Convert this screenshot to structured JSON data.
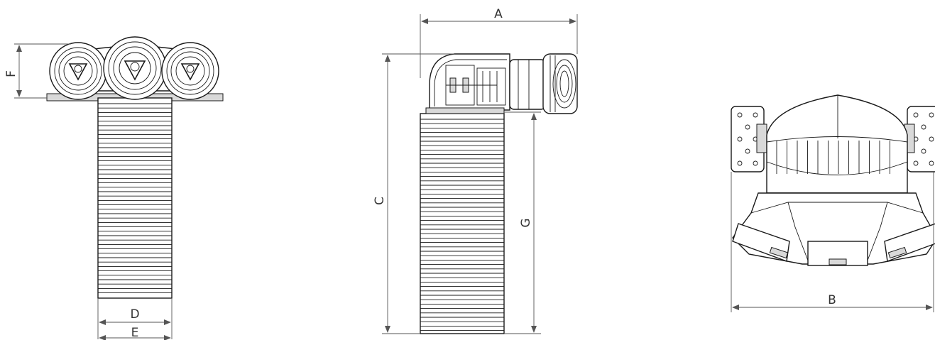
{
  "labels": {
    "a": "A",
    "b": "B",
    "c": "C",
    "d": "D",
    "e": "E",
    "f": "F",
    "g": "G"
  },
  "colors": {
    "stroke": "#1a1a1a",
    "dimension": "#555555",
    "background": "#ffffff"
  }
}
